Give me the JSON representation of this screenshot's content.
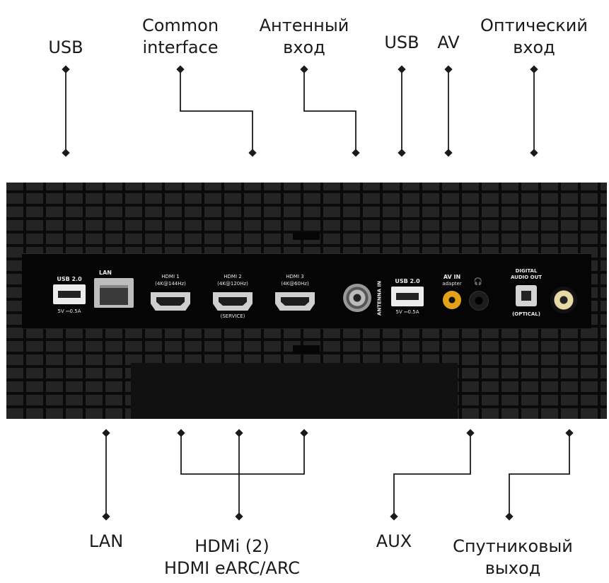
{
  "top_labels": {
    "usb_left": [
      "USB"
    ],
    "common_interface": [
      "Common",
      "interface"
    ],
    "antenna_input": [
      "Антенный",
      "вход"
    ],
    "usb_right": [
      "USB"
    ],
    "av": [
      "AV"
    ],
    "optical_input": [
      "Оптический",
      "вход"
    ]
  },
  "bottom_labels": {
    "lan": [
      "LAN"
    ],
    "hdmi": [
      "HDMi (2)",
      "HDMI eARC/ARC"
    ],
    "aux": [
      "AUX"
    ],
    "satellite_output": [
      "Спутниковый",
      "выход"
    ]
  },
  "panel": {
    "usb1_title": "USB 2.0",
    "usb1_spec": "5V ⎓0.5A",
    "lan_title": "LAN",
    "hdmi1_title": "HDMI 1",
    "hdmi1_spec": "(4K@144Hz)",
    "hdmi2_title": "HDMI 2",
    "hdmi2_spec": "(4K@120Hz)",
    "hdmi2_service": "(SERVICE)",
    "hdmi3_title": "HDMI 3",
    "hdmi3_spec": "(4K@60Hz)",
    "antenna_title": "ANTENNA IN",
    "usb2_title": "USB 2.0",
    "usb2_spec": "5V ⎓0.5A",
    "av_title": "AV IN",
    "av_sub": "adapter",
    "headphone_glyph": "🎧",
    "optical_title_1": "DIGITAL",
    "optical_title_2": "AUDIO OUT",
    "optical_sub": "(OPTICAL)"
  },
  "colors": {
    "line": "#1a1a1a",
    "panel_bg": "#242424",
    "av_port": "#e3a21a",
    "satellite_ring": "#e8d9a8"
  }
}
